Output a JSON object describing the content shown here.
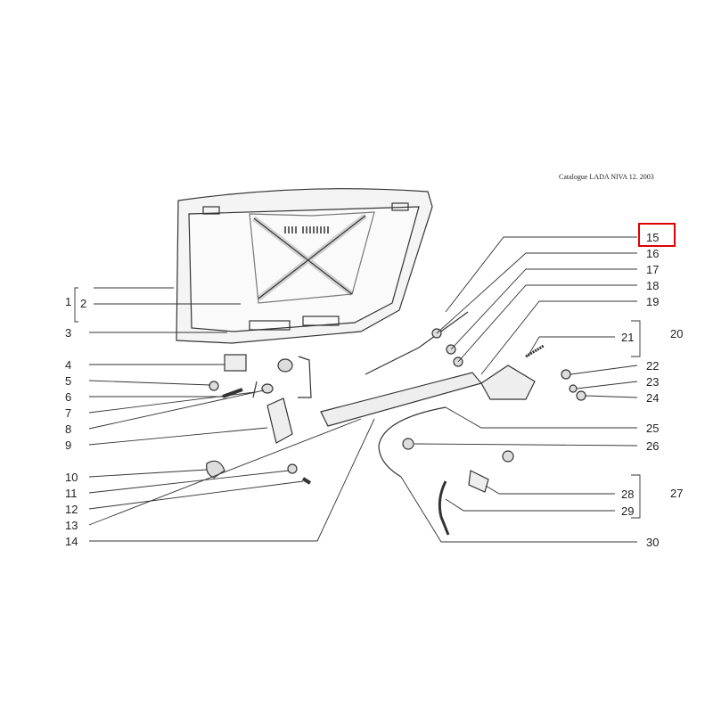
{
  "header": {
    "catalogue": "Catalogue LADA NIVA 12. 2003"
  },
  "highlight": {
    "label": "15",
    "color": "#e00000"
  },
  "callouts": [
    "1",
    "2",
    "3",
    "4",
    "5",
    "6",
    "7",
    "8",
    "9",
    "10",
    "11",
    "12",
    "13",
    "14",
    "15",
    "16",
    "17",
    "18",
    "19",
    "20",
    "21",
    "22",
    "23",
    "24",
    "25",
    "26",
    "27",
    "28",
    "29",
    "30"
  ]
}
